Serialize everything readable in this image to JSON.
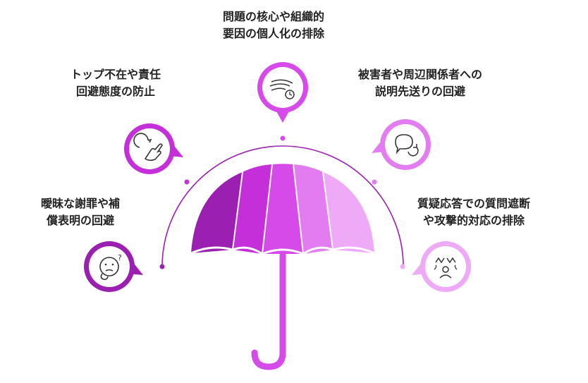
{
  "colors": {
    "c1": "#9b1fb0",
    "c2": "#c42fd9",
    "c3": "#d54ae8",
    "c4": "#e27cf0",
    "c5": "#eeaaf6",
    "icon_ink": "#333333"
  },
  "items": [
    {
      "id": "apology",
      "color_key": "c1",
      "icon": "confused-face-icon",
      "lines": [
        "曖昧な謝罪や補",
        "償表明の回避"
      ]
    },
    {
      "id": "leadership",
      "color_key": "c2",
      "icon": "hand-wave-icon",
      "lines": [
        "トップ不在や責任",
        "回避態度の防止"
      ]
    },
    {
      "id": "personalization",
      "color_key": "c3",
      "icon": "wind-clock-icon",
      "lines": [
        "問題の核心や組織的",
        "要因の個人化の排除"
      ]
    },
    {
      "id": "postponement",
      "color_key": "c4",
      "icon": "speech-refresh-icon",
      "lines": [
        "被害者や周辺関係者への",
        "説明先送りの回避"
      ]
    },
    {
      "id": "qa_blocking",
      "color_key": "c5",
      "icon": "angry-person-icon",
      "lines": [
        "質疑応答での質問遮断",
        "や攻撃的対応の排除"
      ]
    }
  ]
}
